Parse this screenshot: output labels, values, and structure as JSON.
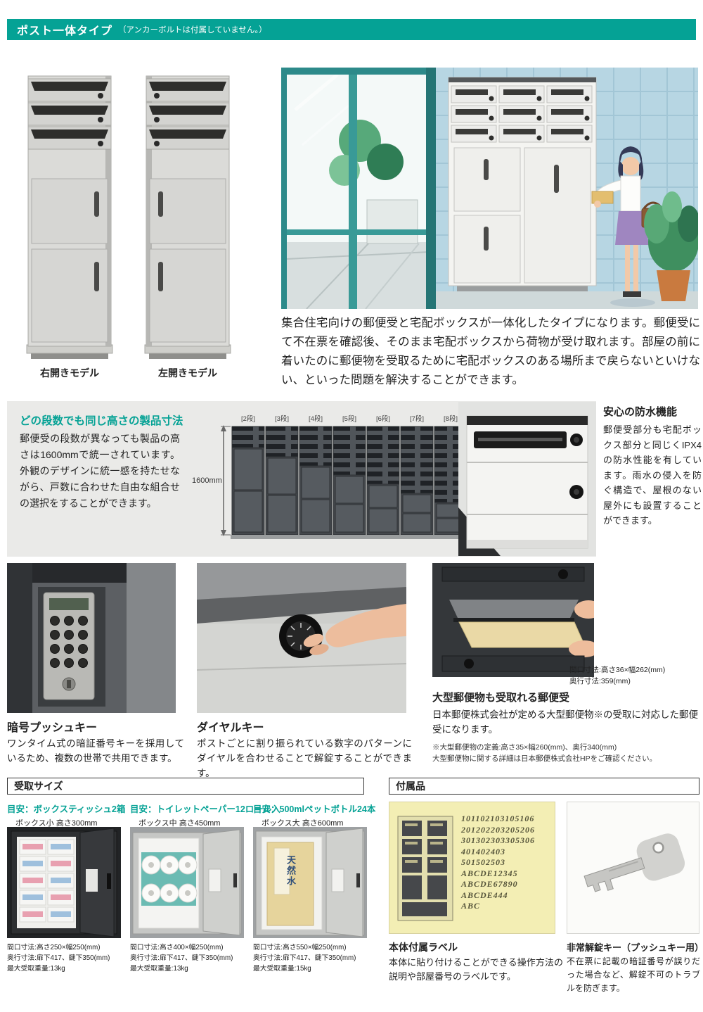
{
  "colors": {
    "accent": "#05A295",
    "panel_gray": "#EAEAE8",
    "dark_locker": "#44484C",
    "label_yellow": "#F3EEB4"
  },
  "header": {
    "title": "ポスト一体タイプ",
    "subtitle": "（アンカーボルトは付属していません。）"
  },
  "models": {
    "right": "右開きモデル",
    "left": "左開きモデル"
  },
  "intro": "集合住宅向けの郵便受と宅配ボックスが一体化したタイプになります。郵便受にて不在票を確認後、そのまま宅配ボックスから荷物が受け取れます。部屋の前に着いたのに郵便物を受取るために宅配ボックスのある場所まで戻らないといけない、といった問題を解決することができます。",
  "uniform": {
    "title": "どの段数でも同じ高さの製品寸法",
    "body": "郵便受の段数が異なっても製品の高さは1600mmで統一されています。外観のデザインに統一感を持たせながら、戸数に合わせた自由な組合せの選択をすることができます。",
    "height": "1600mm",
    "tier_labels": [
      "[2段]",
      "[3段]",
      "[4段]",
      "[5段]",
      "[6段]",
      "[7段]",
      "[8段]"
    ]
  },
  "waterproof": {
    "title": "安心の防水機能",
    "body": "郵便受部分も宅配ボックス部分と同じくIPX4の防水性能を有しています。雨水の侵入を防ぐ構造で、屋根のない屋外にも設置することができます。"
  },
  "features": {
    "push_key": {
      "title": "暗号プッシュキー",
      "body": "ワンタイム式の暗証番号キーを採用しているため、複数の世帯で共用できます。"
    },
    "dial_key": {
      "title": "ダイヤルキー",
      "body": "ポストごとに割り振られている数字のパターンにダイヤルを合わせることで解錠することができます。"
    },
    "large_mail": {
      "title": "大型郵便物も受取れる郵便受",
      "body": "日本郵便株式会社が定める大型郵便物※の受取に対応した郵便受になります。",
      "dim1": "間口寸法:高さ36×幅262(mm)",
      "dim2": "奥行寸法:359(mm)",
      "note1": "※大型郵便物の定義:高さ35×幅260(mm)、奥行340(mm)",
      "note2": "大型郵便物に関する詳細は日本郵便株式会社HPをご確認ください。"
    }
  },
  "sizes": {
    "title": "受取サイズ",
    "bottle_text": "天然水",
    "items": [
      {
        "guide": "目安：ボックスティッシュ2箱",
        "box": "ボックス小 高さ300mm",
        "dim1": "間口寸法:高さ250×幅250(mm)",
        "dim2": "奥行寸法:扉下417、鍵下350(mm)",
        "dim3": "最大受取重量:13kg"
      },
      {
        "guide": "目安：トイレットペーパー12ロール入",
        "box": "ボックス中 高さ450mm",
        "dim1": "間口寸法:高さ400×幅250(mm)",
        "dim2": "奥行寸法:扉下417、鍵下350(mm)",
        "dim3": "最大受取重量:13kg"
      },
      {
        "guide": "目安：500mlペットボトル24本",
        "box": "ボックス大 高さ600mm",
        "dim1": "間口寸法:高さ550×幅250(mm)",
        "dim2": "奥行寸法:扉下417、鍵下350(mm)",
        "dim3": "最大受取重量:15kg"
      }
    ]
  },
  "accessories": {
    "title": "付属品",
    "label": {
      "title": "本体付属ラベル",
      "body": "本体に貼り付けることができる操作方法の説明や部屋番号のラベルです。",
      "rows": [
        "101102103105106",
        "201202203205206",
        "301302303305306",
        "401402403",
        "501502503",
        "ABCDE12345",
        "ABCDE67890",
        "ABCDE444",
        "ABC"
      ]
    },
    "key": {
      "title": "非常解錠キー（プッシュキー用）",
      "body": "不在票に記載の暗証番号が誤りだった場合など、解錠不可のトラブルを防ぎます。"
    }
  }
}
